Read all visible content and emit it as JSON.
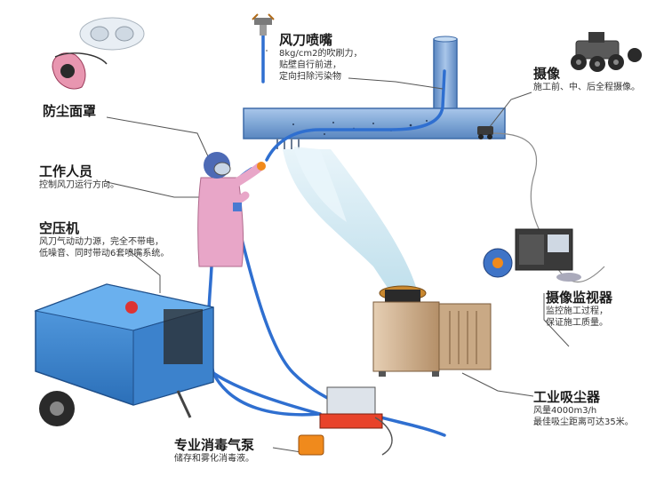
{
  "colors": {
    "pipe": "#7fa7d6",
    "pipe_edge": "#3d6aa8",
    "hose": "#2f6fd0",
    "compressor": "#3f8ad8",
    "dust_box": "#c9a985",
    "worker_suit": "#e8a6c8",
    "nozzle_air": "#cfe7f2",
    "pump_handle": "#f08a1c",
    "leader": "#555555"
  },
  "labels": {
    "air_knife": {
      "title": "风刀喷嘴",
      "desc": [
        "8kg/cm2的吹刷力，",
        "贴壁自行前进，",
        "定向扫除污染物"
      ]
    },
    "camera": {
      "title": "摄像",
      "desc": [
        "施工前、中、后全程摄像。"
      ]
    },
    "mask": {
      "title": "防尘面罩",
      "desc": []
    },
    "worker": {
      "title": "工作人员",
      "desc": [
        "控制风刀运行方向。"
      ]
    },
    "compressor": {
      "title": "空压机",
      "desc": [
        "风刀气动动力源，完全不带电，",
        "低噪音、同时带动6套喷嘴系统。"
      ]
    },
    "monitor": {
      "title": "摄像监视器",
      "desc": [
        "监控施工过程，",
        "保证施工质量。"
      ]
    },
    "collector": {
      "title": "工业吸尘器",
      "desc": [
        "风量4000m3/h",
        "最佳吸尘距离可达35米。"
      ]
    },
    "pump": {
      "title": "专业消毒气泵",
      "desc": [
        "储存和雾化消毒液。"
      ]
    }
  },
  "icons": [
    "mask-icon",
    "robot-camera-icon",
    "air-knife-icon",
    "worker-figure",
    "compressor-icon",
    "monitor-icon",
    "dust-collector-icon",
    "pump-icon"
  ]
}
